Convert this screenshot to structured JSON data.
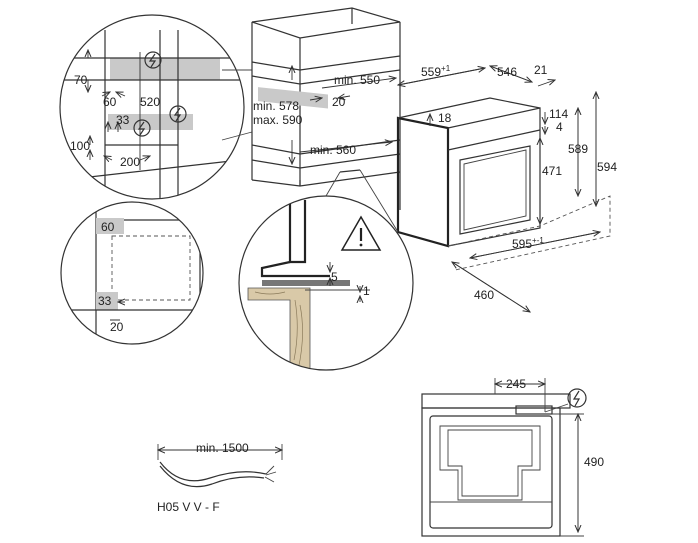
{
  "labels": {
    "tl_70": "70",
    "tl_60": "60",
    "tl_520": "520",
    "tl_33": "33",
    "tl_100": "100",
    "tl_200": "200",
    "cab_min550": "min. 550",
    "cab_20": "20",
    "cab_min578": "min. 578",
    "cab_max590": "max. 590",
    "cab_min560": "min. 560",
    "oven_559": "559",
    "oven_559_sup": "+1",
    "oven_546": "546",
    "oven_21": "21",
    "oven_18": "18",
    "oven_114": "114",
    "oven_4": "4",
    "oven_471": "471",
    "oven_589": "589",
    "oven_594": "594",
    "oven_595": "595",
    "oven_595_sup": "+-1",
    "oven_460": "460",
    "ml_60": "60",
    "ml_33": "33",
    "ml_20": "20",
    "det_5": "5",
    "det_1": "1",
    "cable_min1500": "min. 1500",
    "cable_type": "H05 V V - F",
    "back_245": "245",
    "back_490": "490"
  },
  "icons": {
    "electric": "electric-hazard-icon",
    "warning": "warning-triangle-icon"
  }
}
